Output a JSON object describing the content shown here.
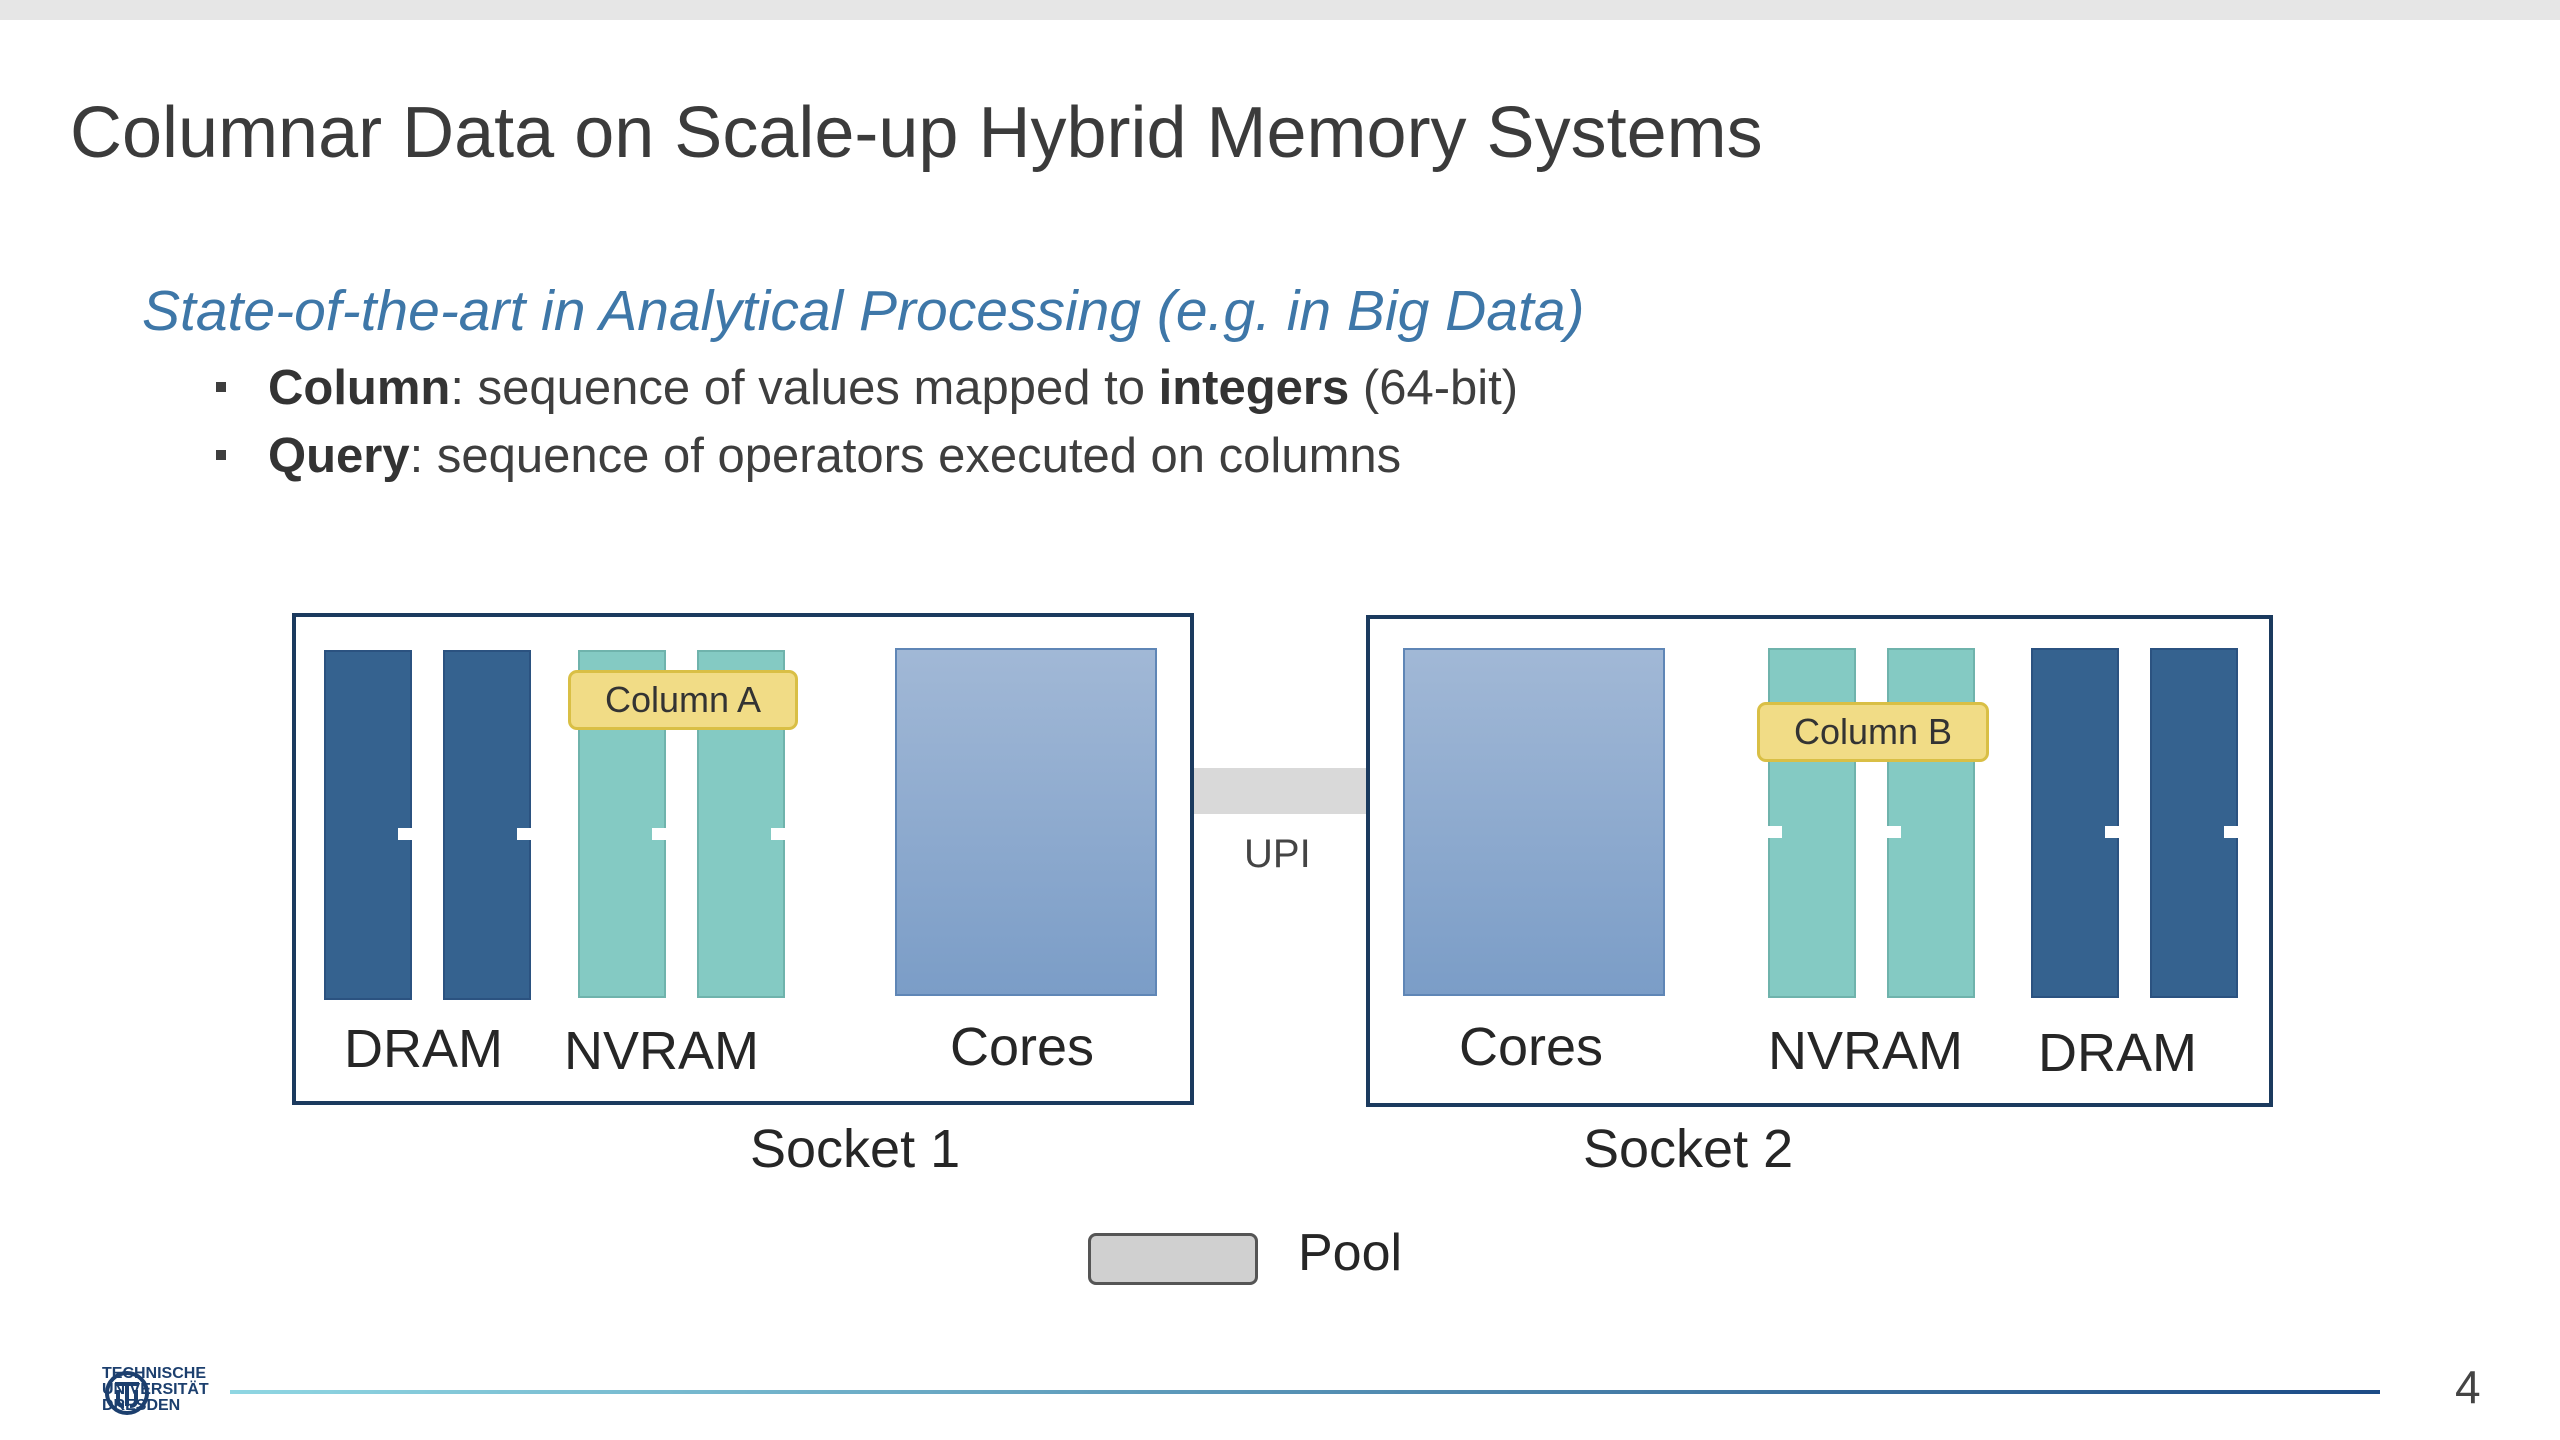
{
  "slide": {
    "title": "Columnar Data on Scale-up Hybrid Memory Systems",
    "subtitle": "State-of-the-art in Analytical Processing (e.g. in Big Data)",
    "bullets": [
      {
        "bold": "Column",
        "text": ": sequence of values mapped to ",
        "bold2": "integers",
        "text2": " (64-bit)"
      },
      {
        "bold": "Query",
        "text": ": sequence of operators executed on columns"
      }
    ]
  },
  "diagram": {
    "socket1": {
      "label": "Socket 1",
      "dram": "DRAM",
      "nvram": "NVRAM",
      "cores": "Cores",
      "column": "Column A"
    },
    "socket2": {
      "label": "Socket 2",
      "dram": "DRAM",
      "nvram": "NVRAM",
      "cores": "Cores",
      "column": "Column B"
    },
    "link": "UPI",
    "legend": {
      "pool": "Pool"
    }
  },
  "footer": {
    "logo_lines": [
      "TECHNISCHE",
      "UNIVERSITÄT",
      "DRESDEN"
    ],
    "page_number": "4"
  },
  "colors": {
    "dram": "#35628f",
    "nvram": "#84cac3",
    "cores": "#8ea9cf",
    "column_highlight": "#f1dc86",
    "subtitle": "#3e77a8",
    "socket_border": "#1b3a5e"
  }
}
